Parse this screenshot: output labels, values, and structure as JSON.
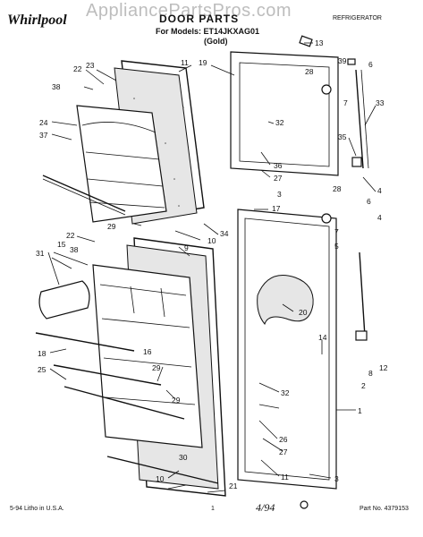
{
  "header": {
    "watermark": "AppliancePartsPros.com",
    "brand": "Whirlpool",
    "title": "DOOR PARTS",
    "models": "For Models: ET14JKXAG01",
    "finish": "(Gold)",
    "category": "REFRIGERATOR"
  },
  "footer": {
    "date": "5-94 Litho in U.S.A.",
    "page": "1",
    "signature": "4/94",
    "part_no": "Part No. 4379153"
  },
  "callouts": [
    "13",
    "39",
    "6",
    "11",
    "19",
    "28",
    "7",
    "33",
    "22",
    "23",
    "38",
    "32",
    "35",
    "24",
    "37",
    "36",
    "27",
    "3",
    "4",
    "5",
    "29",
    "17",
    "10",
    "34",
    "28",
    "6",
    "4",
    "22",
    "9",
    "15",
    "38",
    "31",
    "7",
    "20",
    "14",
    "16",
    "18",
    "29",
    "25",
    "29",
    "32",
    "2",
    "8",
    "12",
    "1",
    "26",
    "27",
    "3",
    "30",
    "10",
    "21",
    "11"
  ]
}
